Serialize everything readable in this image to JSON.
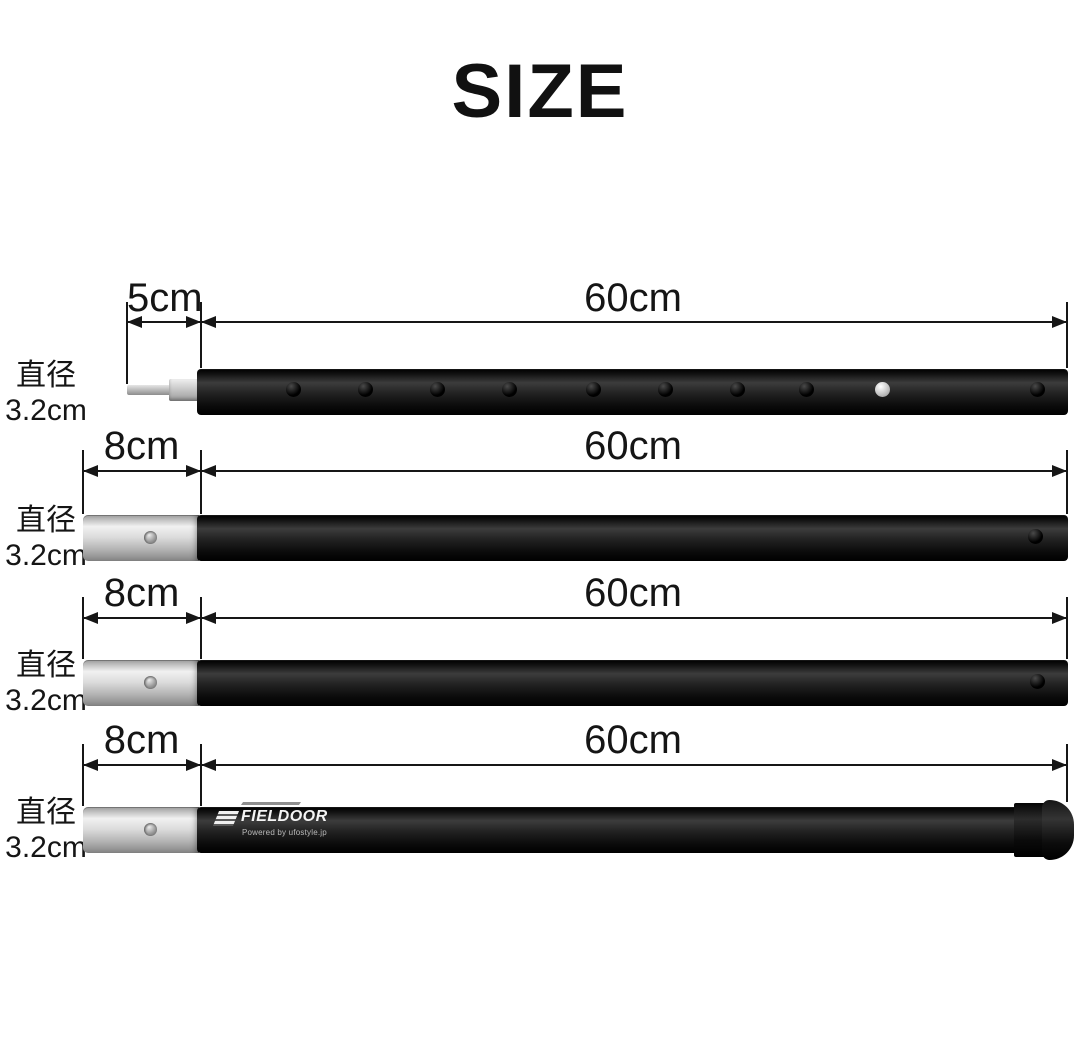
{
  "title": "SIZE",
  "diagram": {
    "rows": [
      {
        "segment_label": "5cm",
        "length_label": "60cm",
        "diameter_line1": "直径",
        "diameter_line2": "3.2cm"
      },
      {
        "segment_label": "8cm",
        "length_label": "60cm",
        "diameter_line1": "直径",
        "diameter_line2": "3.2cm"
      },
      {
        "segment_label": "8cm",
        "length_label": "60cm",
        "diameter_line1": "直径",
        "diameter_line2": "3.2cm"
      },
      {
        "segment_label": "8cm",
        "length_label": "60cm",
        "diameter_line1": "直径",
        "diameter_line2": "3.2cm"
      }
    ],
    "logo": {
      "brand": "FIELDOOR",
      "tagline": "Powered by ufostyle.jp"
    },
    "colors": {
      "background": "#ffffff",
      "text": "#151515",
      "dimension_lines": "#161616",
      "pole_black": "#141414",
      "connector_silver": "#c9c9c9",
      "logo_text": "#f4f4f4"
    }
  }
}
